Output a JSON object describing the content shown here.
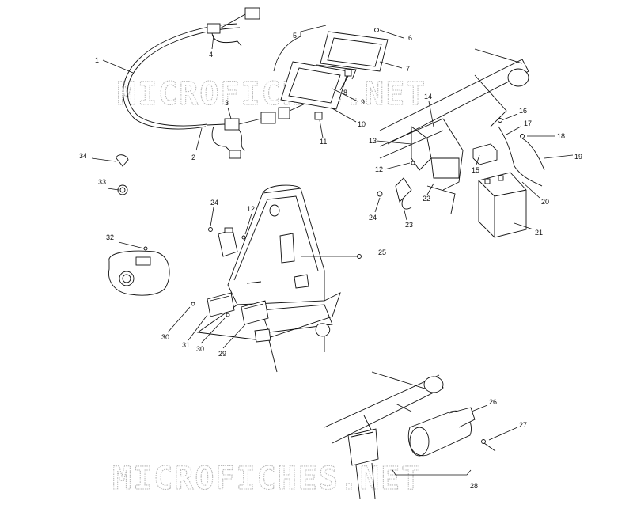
{
  "watermark": {
    "text": "MICROFICHES.NET",
    "color": "#b8b8b8"
  },
  "callouts": [
    "1",
    "2",
    "3",
    "4",
    "5",
    "6",
    "7",
    "8",
    "9",
    "10",
    "11",
    "12",
    "13",
    "14",
    "15",
    "16",
    "17",
    "18",
    "19",
    "20",
    "21",
    "22",
    "23",
    "24",
    "25",
    "26",
    "27",
    "28",
    "29",
    "30",
    "31",
    "32",
    "33",
    "34"
  ],
  "extra_callouts": {
    "second_12": "12",
    "second_24": "24",
    "second_30": "30"
  }
}
